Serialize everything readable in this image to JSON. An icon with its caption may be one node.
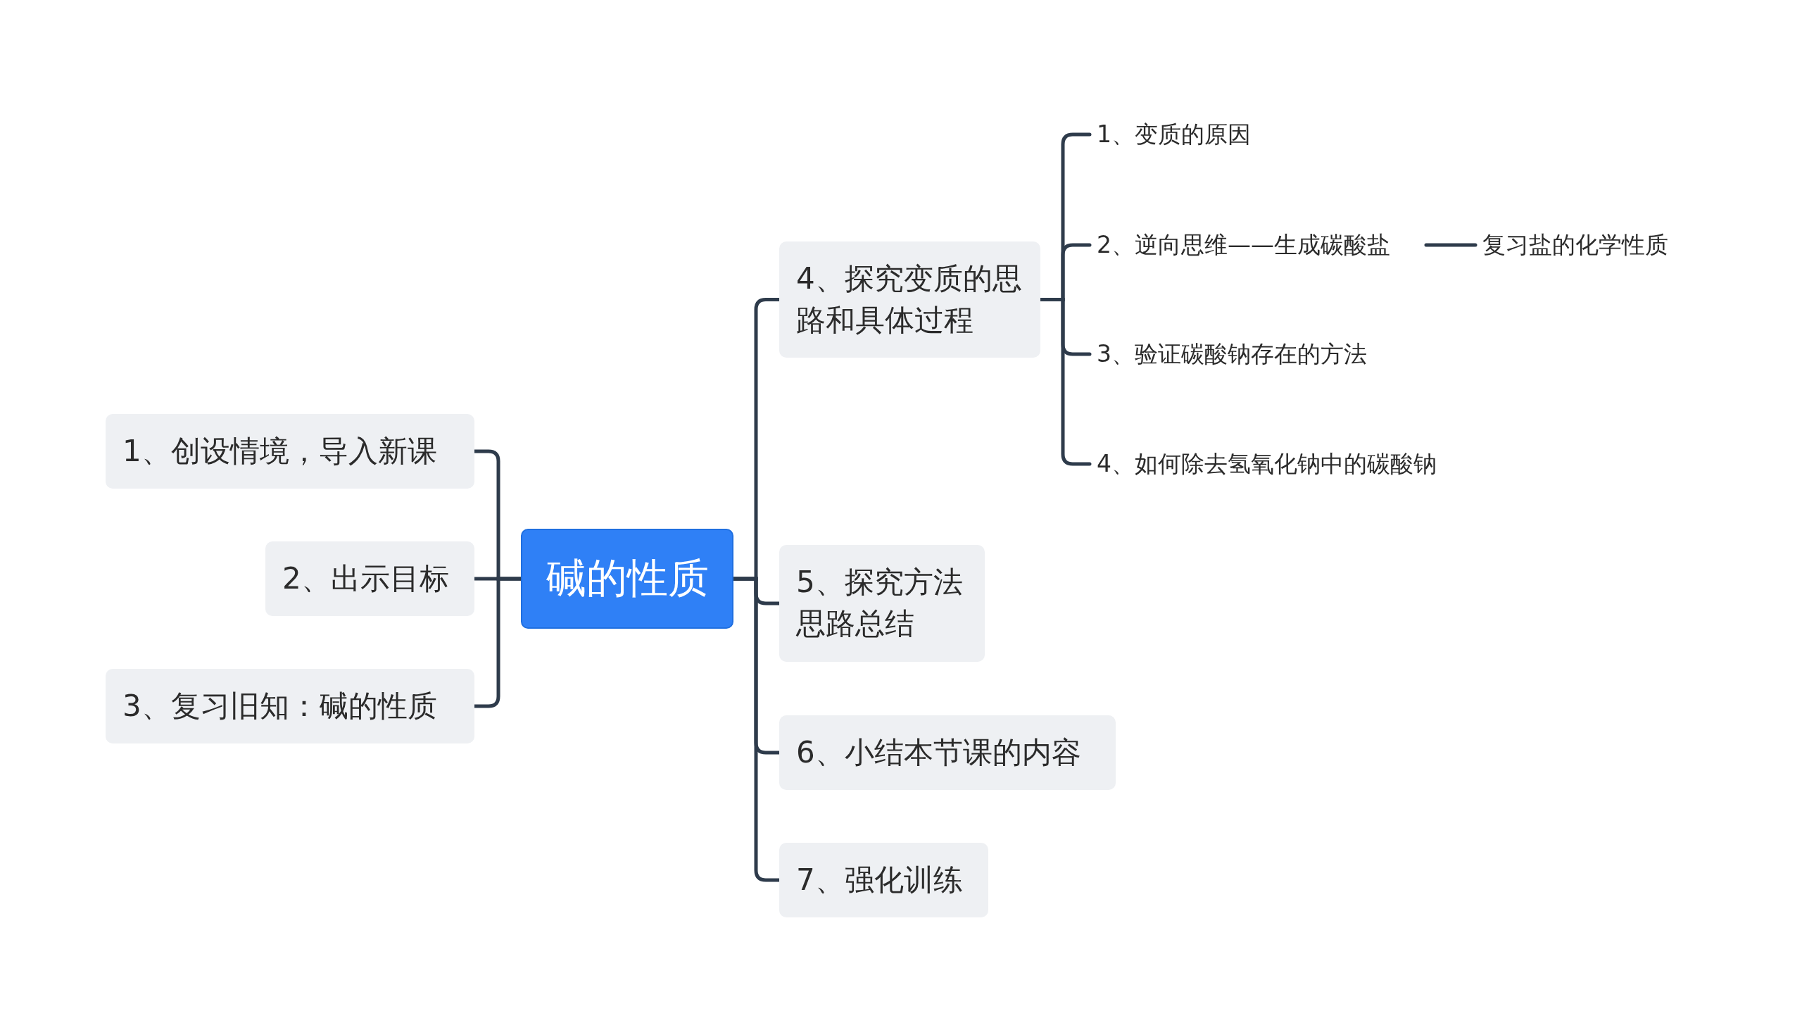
{
  "diagram": {
    "nodes": [
      {
        "text": [
          "碱的性质"
        ]
      },
      {
        "text": [
          "1、创设情境，导入新课"
        ]
      },
      {
        "text": [
          "2、出示目标"
        ]
      },
      {
        "text": [
          "3、复习旧知：碱的性质"
        ]
      },
      {
        "text": [
          "4、探究变质的思路和具体过程"
        ]
      },
      {
        "text": [
          "5、探究方法思路总结"
        ]
      },
      {
        "text": [
          "6、小结本节课的内容"
        ]
      },
      {
        "text": [
          "7、强化训练"
        ]
      },
      {
        "text": [
          "1、变质的原因"
        ]
      },
      {
        "text": [
          "2、逆向思维——生成碳酸盐"
        ]
      },
      {
        "text": [
          "复习盐的化学性质"
        ]
      },
      {
        "text": [
          "3、验证碳酸钠存在的方法"
        ]
      },
      {
        "text": [
          "4、如何除去氢氧化钠中的碳酸钠"
        ]
      }
    ],
    "edges": [
      {
        "from": 0,
        "to": 1,
        "arrow": "none"
      },
      {
        "from": 0,
        "to": 2,
        "arrow": "none"
      },
      {
        "from": 0,
        "to": 3,
        "arrow": "none"
      },
      {
        "from": 0,
        "to": 4,
        "arrow": "none"
      },
      {
        "from": 0,
        "to": 5,
        "arrow": "none"
      },
      {
        "from": 0,
        "to": 6,
        "arrow": "none"
      },
      {
        "from": 0,
        "to": 7,
        "arrow": "none"
      },
      {
        "from": 4,
        "to": 8,
        "arrow": "none"
      },
      {
        "from": 4,
        "to": 9,
        "arrow": "none"
      },
      {
        "from": 4,
        "to": 11,
        "arrow": "none"
      },
      {
        "from": 4,
        "to": 12,
        "arrow": "none"
      },
      {
        "from": 9,
        "to": 10,
        "arrow": "none"
      }
    ]
  }
}
